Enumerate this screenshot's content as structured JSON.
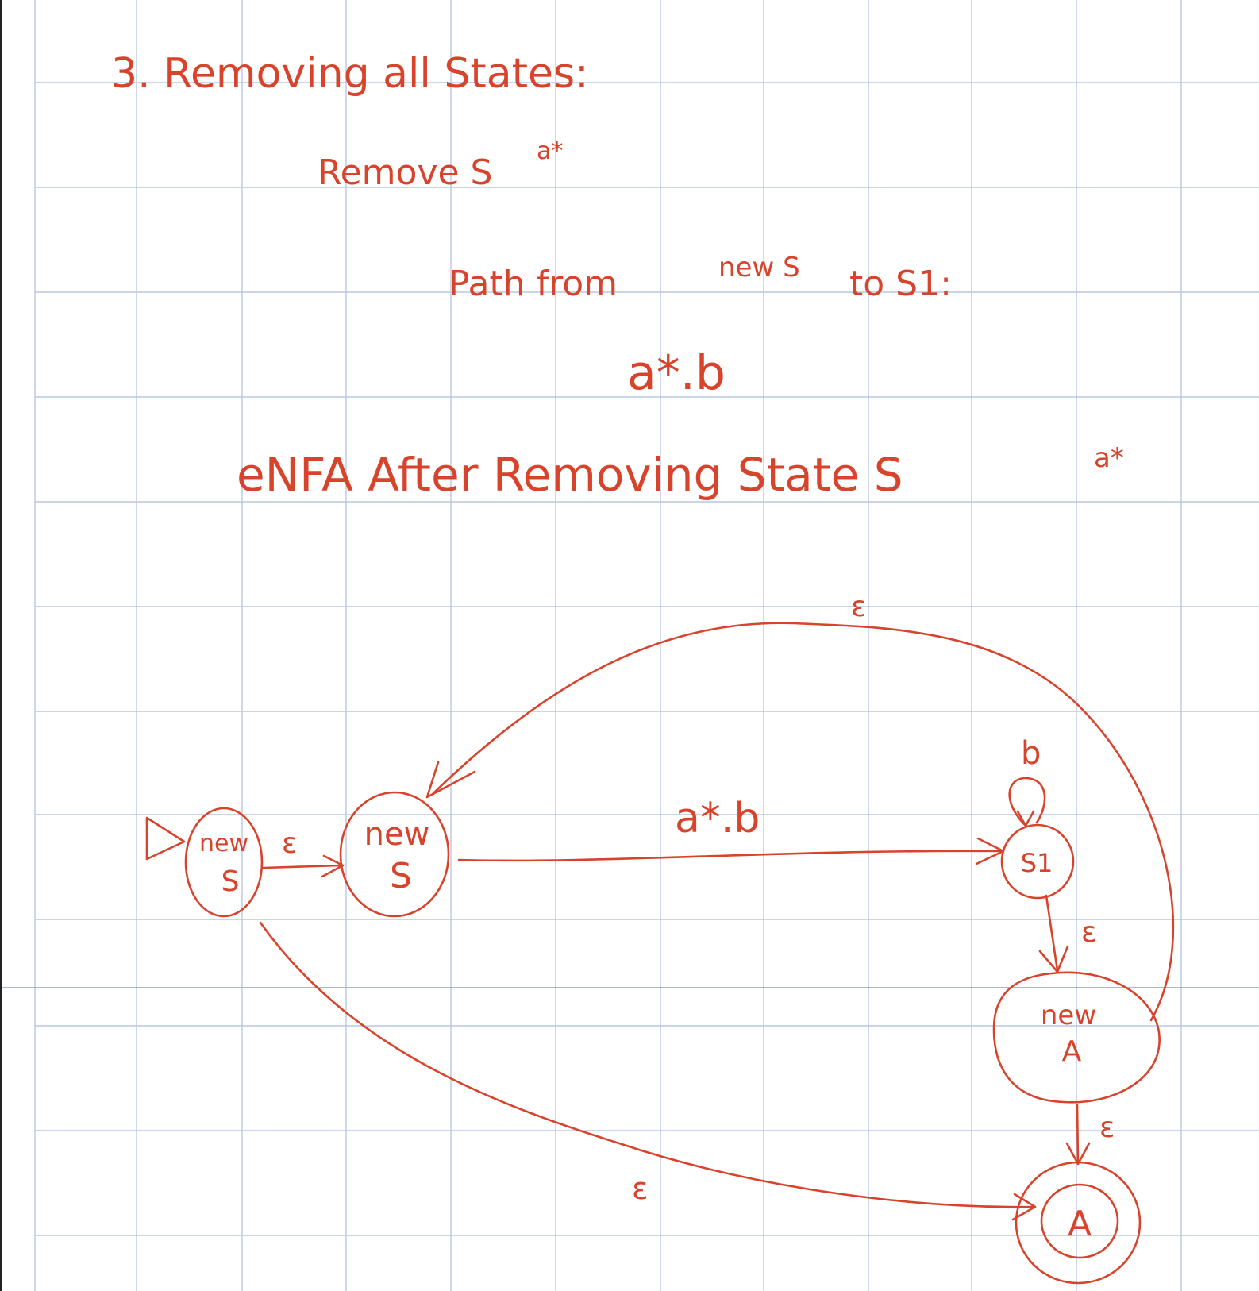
{
  "heading": "3. Removing all States:",
  "step": {
    "action": "Remove S",
    "state_sup": "a*"
  },
  "path_note": {
    "prefix": "Path from",
    "source_sup": "new S",
    "suffix": "to S1:"
  },
  "path_expression": "a*.b",
  "subtitle": {
    "text": "eNFA After Removing State S",
    "sup": "a*"
  },
  "diagram": {
    "states": [
      {
        "id": "newS1",
        "line1": "new",
        "line2": "S"
      },
      {
        "id": "newS2",
        "line1": "new",
        "line2": "S"
      },
      {
        "id": "S1",
        "line1": "S1"
      },
      {
        "id": "newA",
        "line1": "new",
        "line2": "A"
      },
      {
        "id": "A",
        "line1": "A"
      }
    ],
    "transitions": {
      "newS1_to_newS2": "ε",
      "newS2_to_S1": "a*.b",
      "S1_self_loop": "b",
      "S1_to_newA": "ε",
      "newA_to_newS2": "ε",
      "newA_to_A": "ε",
      "newS1_to_A": "ε"
    }
  },
  "colors": {
    "ink": "#d8432c",
    "grid": "#b9c7e3",
    "background": "#ffffff"
  }
}
